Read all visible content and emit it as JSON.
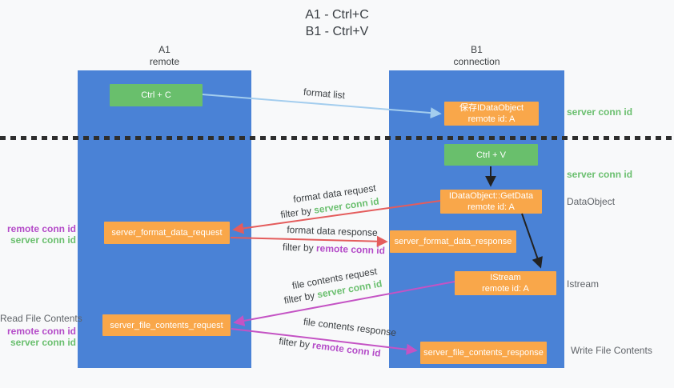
{
  "title": {
    "line1": "A1 - Ctrl+C",
    "line2": "B1 - Ctrl+V"
  },
  "columns": {
    "left": {
      "name": "A1",
      "role": "remote"
    },
    "right": {
      "name": "B1",
      "role": "connection"
    }
  },
  "nodes": {
    "ctrl_c": {
      "label": "Ctrl + C"
    },
    "save_idataobject": {
      "line1": "保存IDataObject",
      "line2": "remote id: A"
    },
    "ctrl_v": {
      "label": "Ctrl + V"
    },
    "getdata": {
      "line1": "IDataObject::GetData",
      "line2": "remote id: A"
    },
    "format_request": {
      "label": "server_format_data_request"
    },
    "format_response": {
      "label": "server_format_data_response"
    },
    "istream": {
      "line1": "IStream",
      "line2": "remote id: A"
    },
    "file_request": {
      "label": "server_file_contents_request"
    },
    "file_response": {
      "label": "server_file_contents_response"
    }
  },
  "edges": {
    "format_list": {
      "label": "format list"
    },
    "format_data_request": {
      "label": "format data request",
      "filter_prefix": "filter by",
      "filter_key": "server conn id"
    },
    "format_data_response": {
      "label": "format data response",
      "filter_prefix": "filter by",
      "filter_key": "remote conn id"
    },
    "file_contents_request": {
      "label": "file contents request",
      "filter_prefix": "filter by",
      "filter_key": "server conn id"
    },
    "file_contents_response": {
      "label": "file contents response",
      "filter_prefix": "filter by",
      "filter_key": "remote conn id"
    }
  },
  "right_margin": {
    "server_conn_id_top": "server conn id",
    "server_conn_id_mid": "server conn id",
    "dataobject": "DataObject",
    "istream": "Istream",
    "write_file_contents": "Write File Contents"
  },
  "left_margin": {
    "format_remote_conn_id": "remote conn id",
    "format_server_conn_id": "server conn id",
    "read_file_contents": "Read File Contents",
    "file_remote_conn_id": "remote conn id",
    "file_server_conn_id": "server conn id"
  },
  "colors": {
    "column_blue": "#4a82d6",
    "box_green": "#69bf6c",
    "box_orange": "#f9a74a",
    "arrow_light_blue": "#a3cdee",
    "arrow_red": "#e45c5c",
    "arrow_magenta": "#c453c4",
    "arrow_black": "#222222",
    "label_green": "#6abf6e",
    "label_purple": "#b44bc8",
    "text_dark": "#3c4043"
  }
}
